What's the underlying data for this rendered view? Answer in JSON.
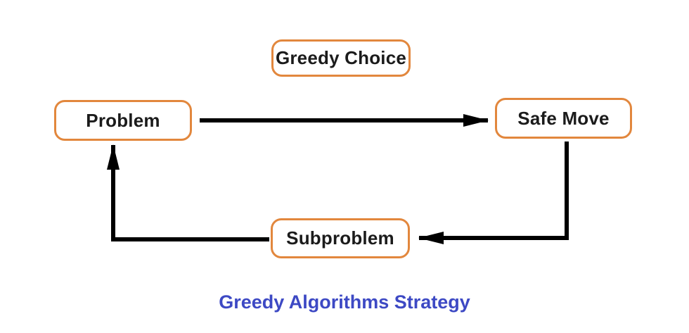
{
  "diagram": {
    "title": "Greedy Algorithms Strategy",
    "nodes": [
      {
        "id": "greedy-choice",
        "label": "Greedy Choice"
      },
      {
        "id": "problem",
        "label": "Problem"
      },
      {
        "id": "safe-move",
        "label": "Safe Move"
      },
      {
        "id": "subproblem",
        "label": "Subproblem"
      }
    ],
    "edges": [
      {
        "from": "Problem",
        "to": "Safe Move",
        "direction": "right"
      },
      {
        "from": "Safe Move",
        "to": "Subproblem",
        "direction": "down-then-left"
      },
      {
        "from": "Subproblem",
        "to": "Problem",
        "direction": "left-then-up"
      }
    ],
    "colors": {
      "node_border": "#E2873D",
      "node_text": "#1b1b1b",
      "arrow": "#000000",
      "title": "#3D49C4",
      "background": "#ffffff"
    }
  }
}
